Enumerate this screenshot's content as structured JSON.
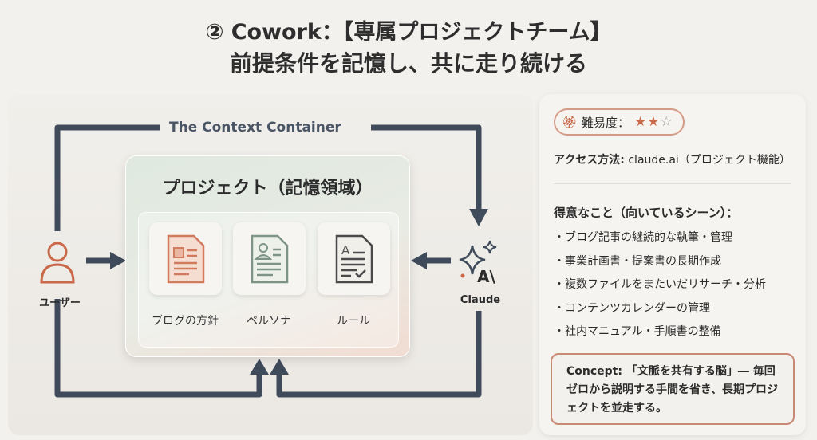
{
  "header": {
    "title_line1": "② Cowork：【専属プロジェクトチーム】",
    "title_line2": "前提条件を記憶し、共に走り続ける"
  },
  "diagram": {
    "container_label": "The Context Container",
    "project_title": "プロジェクト（記憶領域）",
    "documents": [
      {
        "label": "ブログの方針",
        "icon": "blog-document-icon"
      },
      {
        "label": "ペルソナ",
        "icon": "persona-document-icon"
      },
      {
        "label": "ルール",
        "icon": "rules-document-icon"
      }
    ],
    "user_label": "ユーザー",
    "claude_label": "Claude",
    "claude_icon_text": "A\\",
    "colors": {
      "loop": "#3f4b5b",
      "accent": "#c8694a"
    }
  },
  "info": {
    "difficulty_label": "難易度：",
    "difficulty_rating": 2,
    "difficulty_max": 3,
    "stars_on": "★★",
    "stars_off": "☆",
    "access_label": "アクセス方法:",
    "access_value": " claude.ai（プロジェクト機能）",
    "strengths_title": "得意なこと（向いているシーン）：",
    "strengths": [
      "・ブログ記事の継続的な執筆・管理",
      "・事業計画書・提案書の長期作成",
      "・複数ファイルをまたいだリサーチ・分析",
      "・コンテンツカレンダーの管理",
      "・社内マニュアル・手順書の整備"
    ],
    "concept": "Concept: 「文脈を共有する脳」― 毎回ゼロから説明する手間を省き、長期プロジェクトを並走する。"
  }
}
